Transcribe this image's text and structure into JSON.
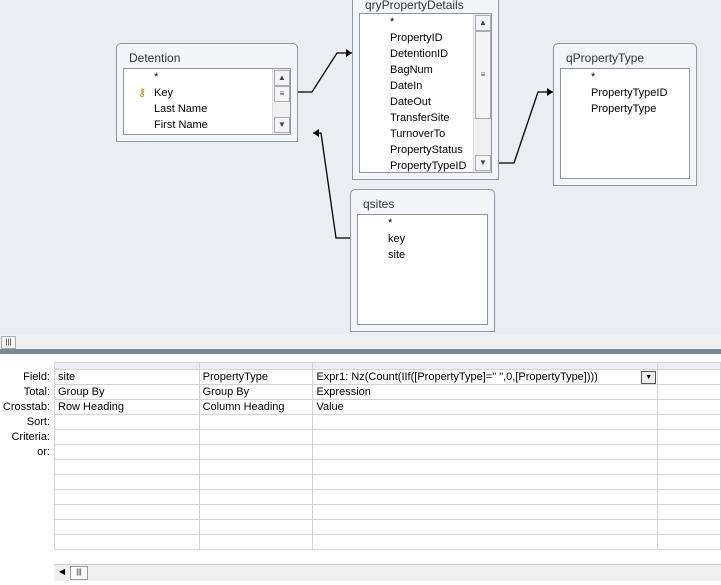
{
  "tables": [
    {
      "name": "Detention",
      "fields": [
        "*",
        "Key",
        "Last Name",
        "First Name"
      ]
    },
    {
      "name": "qryPropertyDetails",
      "fields": [
        "*",
        "PropertyID",
        "DetentionID",
        "BagNum",
        "DateIn",
        "DateOut",
        "TransferSite",
        "TurnoverTo",
        "PropertyStatus",
        "PropertyTypeID"
      ]
    },
    {
      "name": "qPropertyType",
      "fields": [
        "*",
        "PropertyTypeID",
        "PropertyType"
      ]
    },
    {
      "name": "qsites",
      "fields": [
        "*",
        "key",
        "site"
      ]
    }
  ],
  "grid": {
    "row_labels": [
      "Field:",
      "Total:",
      "Crosstab:",
      "Sort:",
      "Criteria:",
      "or:"
    ],
    "columns": [
      {
        "field": "site",
        "total": "Group By",
        "crosstab": "Row Heading"
      },
      {
        "field": "PropertyType",
        "total": "Group By",
        "crosstab": "Column Heading"
      },
      {
        "field": "Expr1: Nz(Count(IIf([PropertyType]=\" \",0,[PropertyType])))",
        "total": "Expression",
        "crosstab": "Value"
      }
    ]
  }
}
